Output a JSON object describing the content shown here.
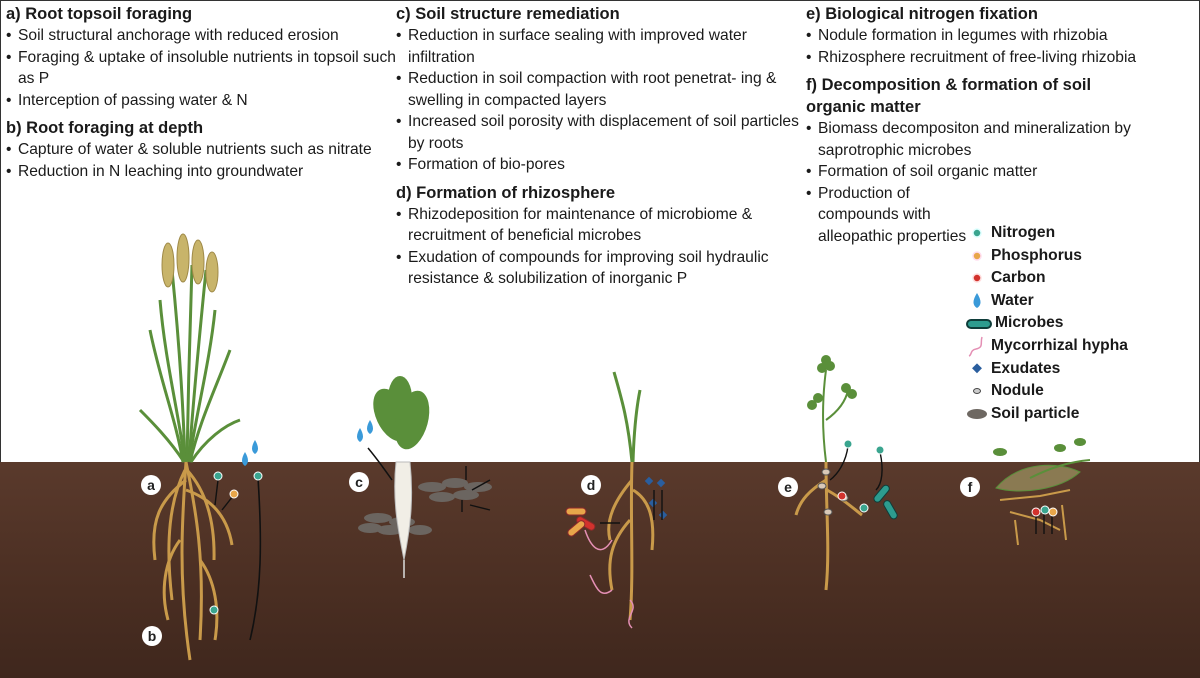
{
  "sections": {
    "a": {
      "title": "a) Root topsoil foraging",
      "items": [
        "Soil structural anchorage with reduced erosion",
        "Foraging & uptake of insoluble nutrients in topsoil such as P",
        "Interception of passing water & N"
      ]
    },
    "b": {
      "title": "b) Root foraging at depth",
      "items": [
        "Capture of water & soluble nutrients such as nitrate",
        "Reduction in N leaching into groundwater"
      ]
    },
    "c": {
      "title": "c) Soil structure remediation",
      "items": [
        "Reduction in surface sealing with improved water infiltration",
        "Reduction in soil compaction with root penetrat- ing & swelling in compacted layers",
        "Increased soil porosity with displacement of soil particles by roots",
        "Formation of bio-pores"
      ]
    },
    "d": {
      "title": "d) Formation of rhizosphere",
      "items": [
        "Rhizodeposition for maintenance of microbiome & recruitment of beneficial microbes",
        "Exudation of compounds for improving soil hydraulic resistance & solubilization of inorganic P"
      ]
    },
    "e": {
      "title": "e) Biological nitrogen fixation",
      "items": [
        "Nodule formation in legumes with rhizobia",
        "Rhizosphere recruitment of free-living rhizobia"
      ]
    },
    "f": {
      "title": "f) Decomposition & formation of soil organic matter",
      "items": [
        "Biomass decompositon and mineralization by saprotrophic microbes",
        "Formation of soil organic matter",
        "Production of compounds with alleopathic properties"
      ]
    }
  },
  "legend": [
    {
      "label": "Nitrogen",
      "icon": "nitrogen-icon",
      "color": "#3aa58f"
    },
    {
      "label": "Phosphorus",
      "icon": "phosphorus-icon",
      "color": "#e8a64a"
    },
    {
      "label": "Carbon",
      "icon": "carbon-icon",
      "color": "#d2322d"
    },
    {
      "label": "Water",
      "icon": "water-drop-icon",
      "color": "#3a9ad9"
    },
    {
      "label": "Microbes",
      "icon": "microbe-icon",
      "color": "#1f6e6a"
    },
    {
      "label": "Mycorrhizal hypha",
      "icon": "hypha-icon",
      "color": "#e48fb4"
    },
    {
      "label": "Exudates",
      "icon": "exudate-icon",
      "color": "#2a5e9e"
    },
    {
      "label": "Nodule",
      "icon": "nodule-icon",
      "color": "#555555"
    },
    {
      "label": "Soil particle",
      "icon": "soil-particle-icon",
      "color": "#6e6862"
    }
  ],
  "panel_labels": {
    "a": "a",
    "b": "b",
    "c": "c",
    "d": "d",
    "e": "e",
    "f": "f"
  },
  "colors": {
    "soil": "#4f3226",
    "root": "#c99a4a",
    "leaf": "#5a8f3a",
    "wheat": "#c8b46a"
  }
}
